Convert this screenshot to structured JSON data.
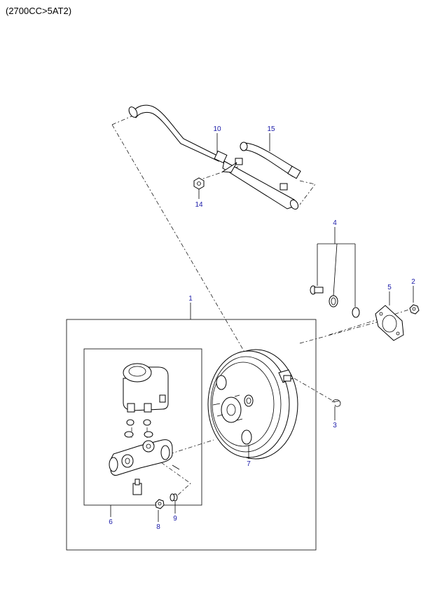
{
  "caption": "(2700CC>5AT2)",
  "callouts": {
    "c1": "1",
    "c2": "2",
    "c3": "3",
    "c4": "4",
    "c5": "5",
    "c6": "6",
    "c7": "7",
    "c8": "8",
    "c9": "9",
    "c10": "10",
    "c14": "14",
    "c15": "15"
  },
  "colors": {
    "callout": "#1a1aa8",
    "line": "#000000",
    "background": "#ffffff"
  }
}
